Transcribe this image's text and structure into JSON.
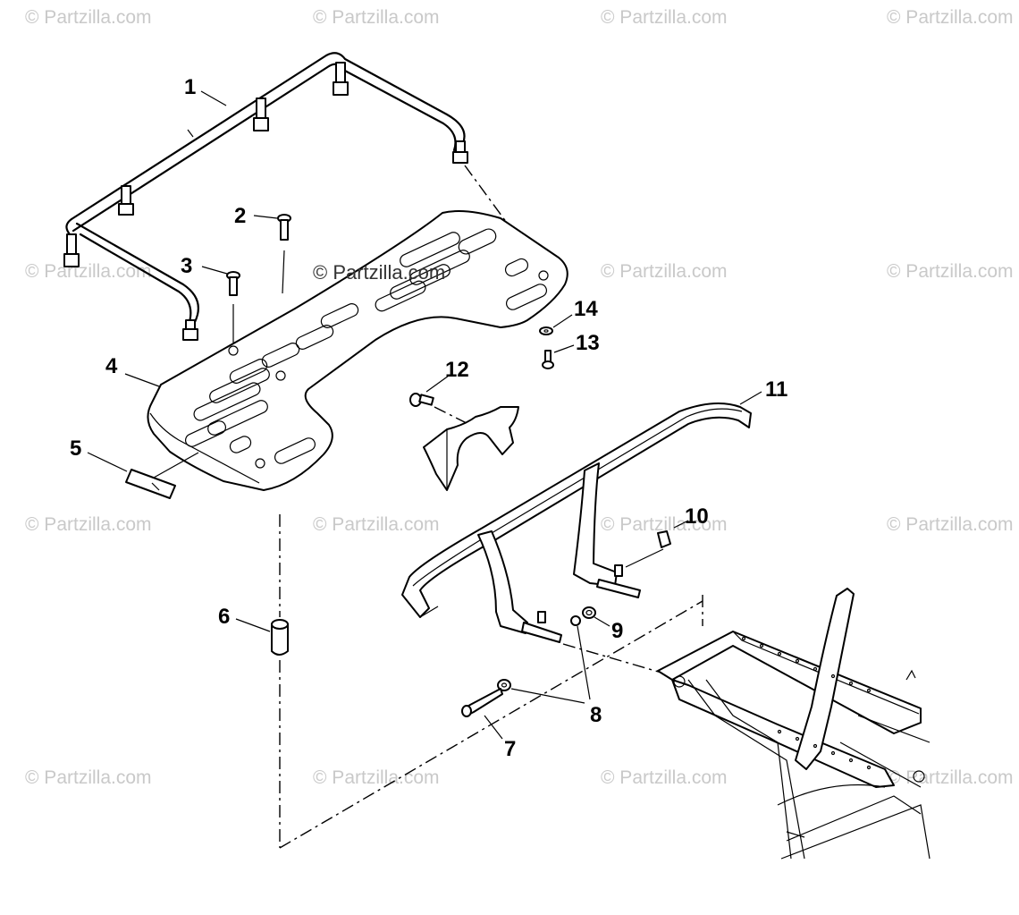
{
  "watermark": "© Partzilla.com",
  "center_watermark": "© Partzilla.com",
  "callouts": {
    "c1": "1",
    "c2": "2",
    "c3": "3",
    "c4": "4",
    "c5": "5",
    "c6": "6",
    "c7": "7",
    "c8": "8",
    "c9": "9",
    "c10": "10",
    "c11": "11",
    "c12": "12",
    "c13": "13",
    "c14": "14"
  }
}
